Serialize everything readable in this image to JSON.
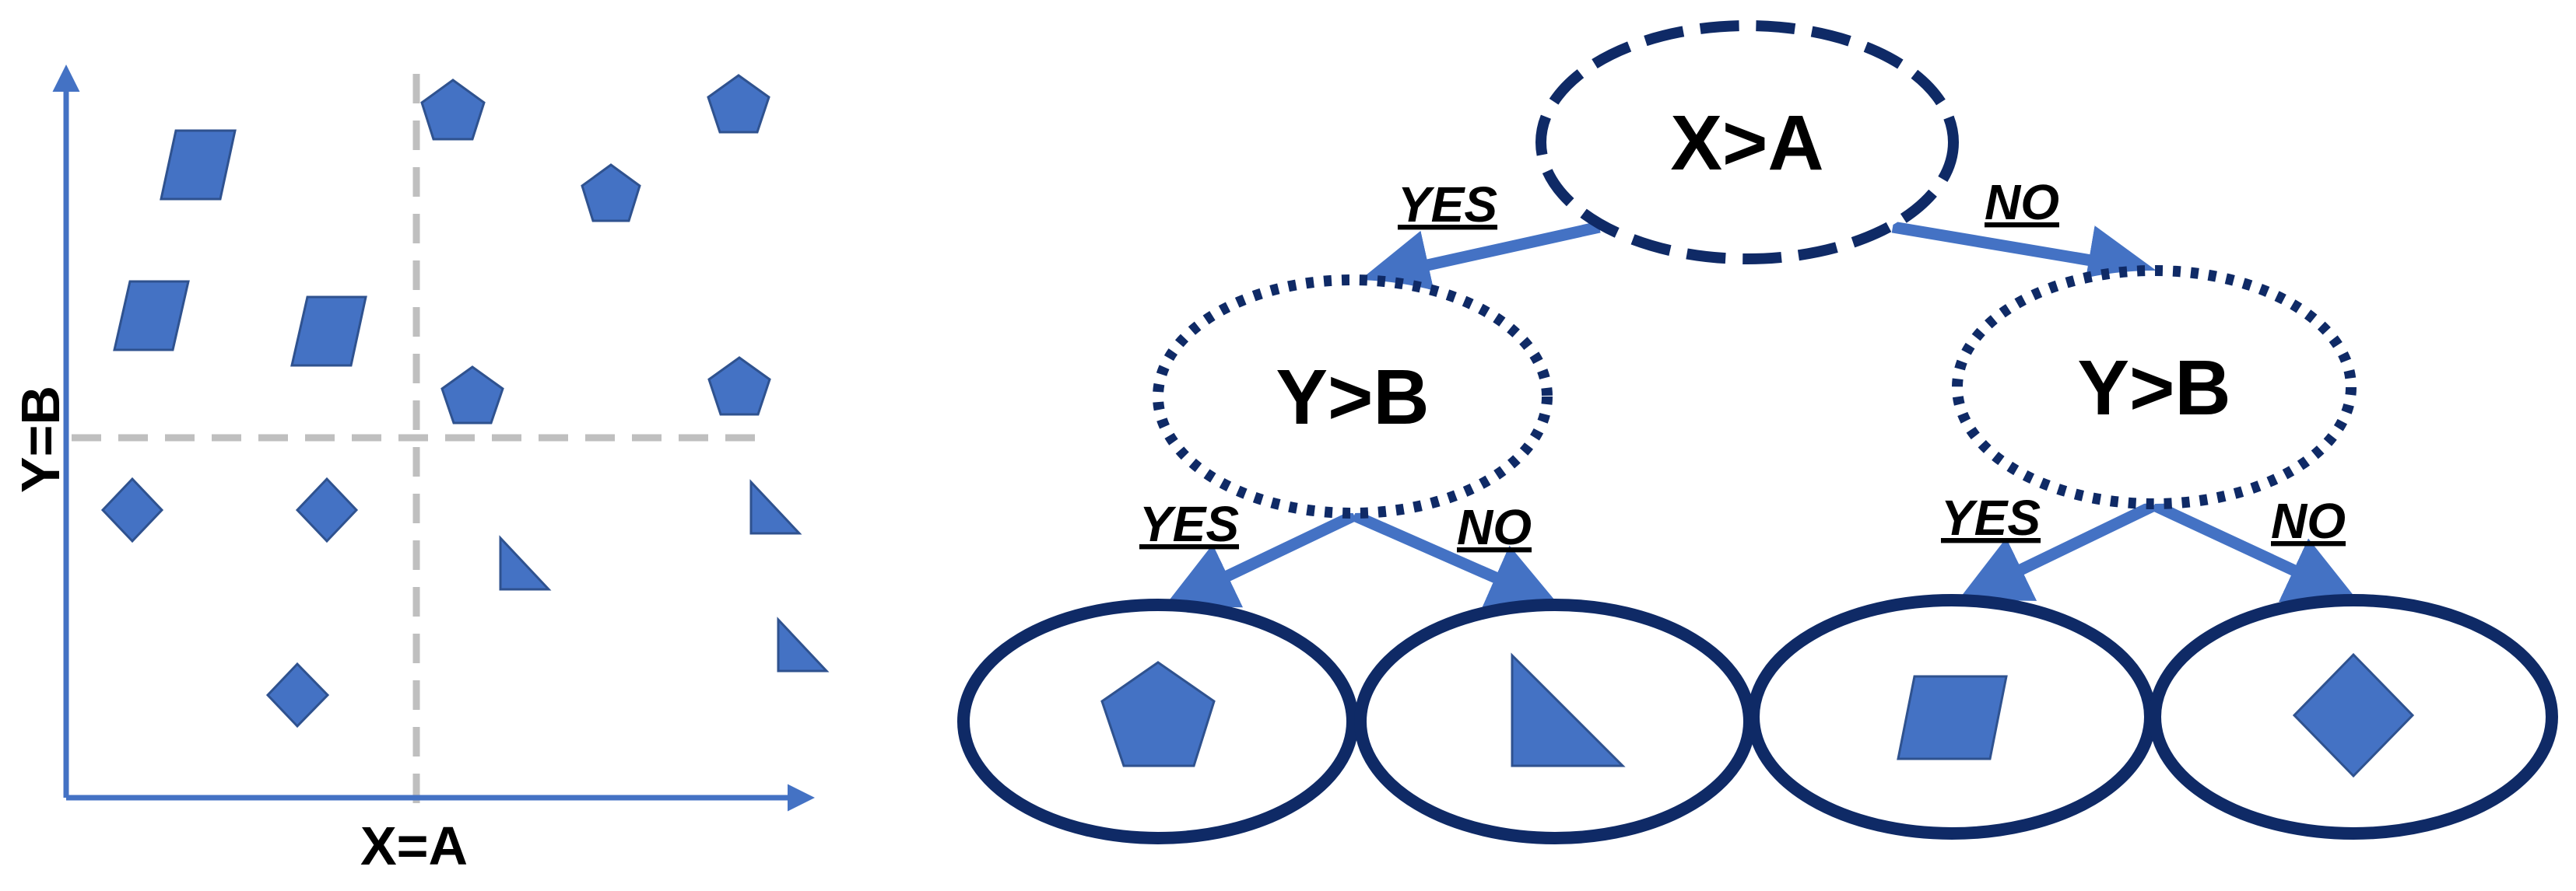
{
  "colors": {
    "shape_fill": "#4472C4",
    "shape_stroke": "#2F528F",
    "axis": "#4472C4",
    "guide": "#BFBFBF",
    "node_outline": "#0F2A66",
    "arrow": "#4472C4"
  },
  "scatter": {
    "x_axis_label": "X=A",
    "y_axis_label": "Y=B"
  },
  "tree": {
    "root_label": "X>A",
    "left_node_label": "Y>B",
    "right_node_label": "Y>B",
    "root_yes": "YES",
    "root_no": "NO",
    "left_yes": "YES",
    "left_no": "NO",
    "right_yes": "YES",
    "right_no": "NO",
    "leaves": [
      {
        "shape": "pentagon-icon"
      },
      {
        "shape": "triangle-icon"
      },
      {
        "shape": "parallelogram-icon"
      },
      {
        "shape": "diamond-icon"
      }
    ]
  }
}
